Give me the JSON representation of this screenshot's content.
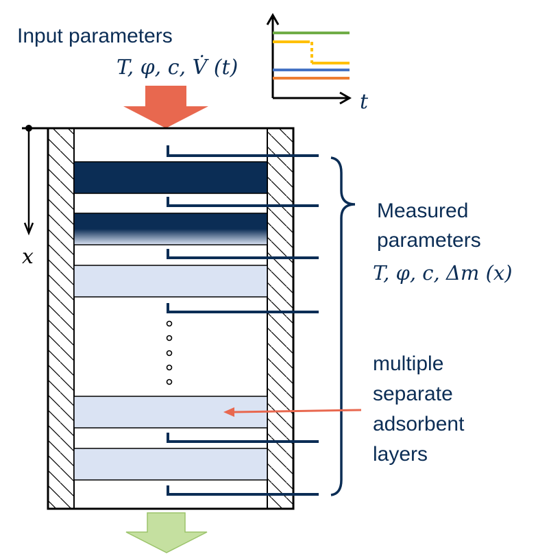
{
  "input": {
    "title": "Input parameters",
    "formula": "T, φ, c, V̇ (t)"
  },
  "time_axis": {
    "label": "t",
    "series_colors": [
      "#70ad47",
      "#ffc000",
      "#4472c4",
      "#ed7d31"
    ]
  },
  "axis_x": {
    "label": "x"
  },
  "measured": {
    "line1": "Measured",
    "line2": "parameters",
    "formula": "T, φ, c, Δm (x)"
  },
  "layers_label": {
    "line1": "multiple",
    "line2": "separate",
    "line3": "adsorbent",
    "line4": "layers"
  },
  "colors": {
    "dark_navy": "#0b2d55",
    "light_blue": "#dae3f3",
    "inlet_arrow": "#e8684f",
    "outlet_arrow": "#c5e0a0",
    "pointer": "#e8684f",
    "text": "#0b2d55"
  }
}
